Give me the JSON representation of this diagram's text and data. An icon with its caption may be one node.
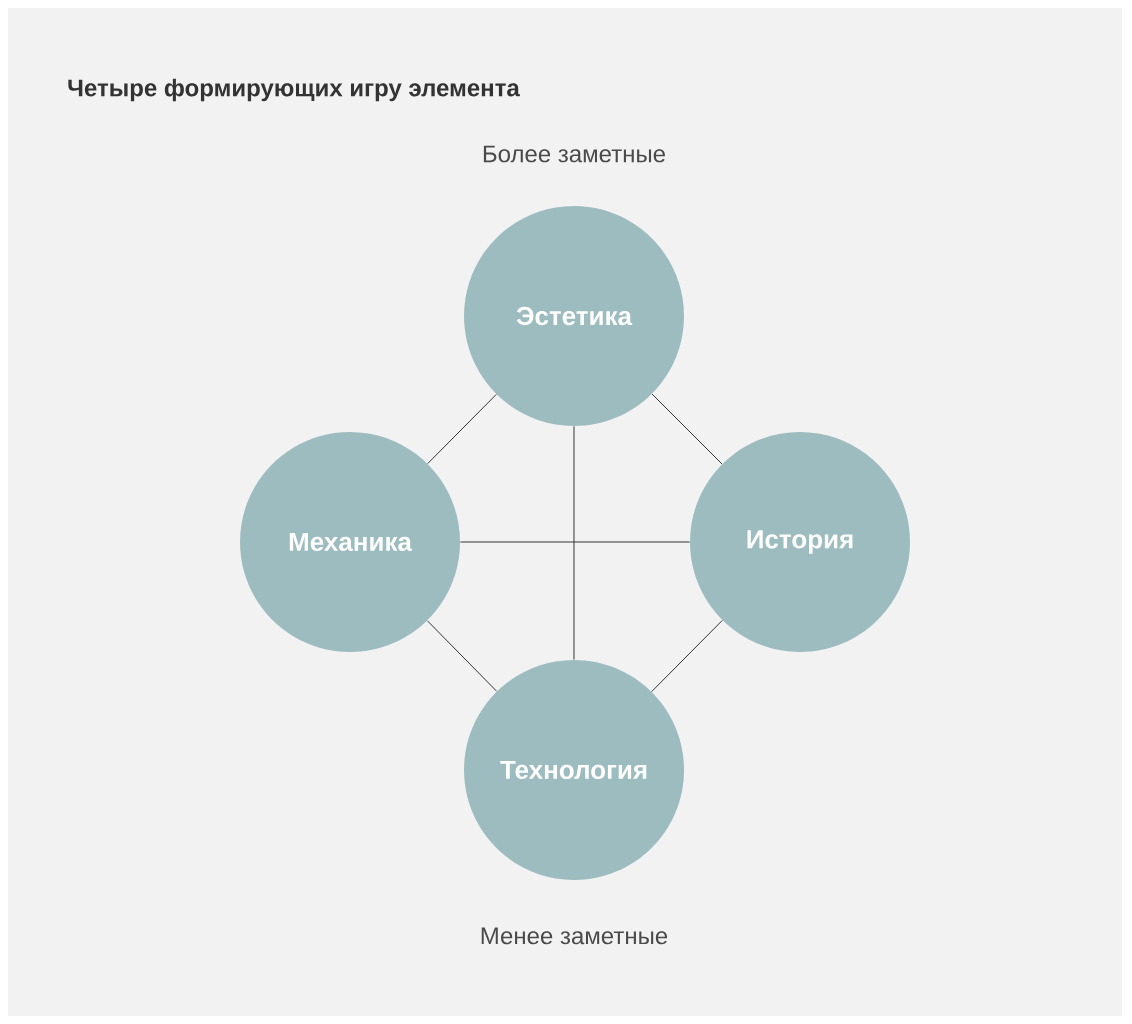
{
  "diagram": {
    "title": "Четыре формирующих игру элемента",
    "nodes": [
      {
        "text": [
          "Эстетика"
        ]
      },
      {
        "text": [
          "Механика"
        ]
      },
      {
        "text": [
          "История"
        ]
      },
      {
        "text": [
          "Технология"
        ]
      }
    ],
    "edges": [
      {
        "from": 0,
        "to": 1,
        "arrow": "none"
      },
      {
        "from": 0,
        "to": 2,
        "arrow": "none"
      },
      {
        "from": 0,
        "to": 3,
        "arrow": "none"
      },
      {
        "from": 1,
        "to": 2,
        "arrow": "none"
      },
      {
        "from": 1,
        "to": 3,
        "arrow": "none"
      },
      {
        "from": 2,
        "to": 3,
        "arrow": "none"
      }
    ],
    "labels": [
      "Более заметные",
      "Менее заметные"
    ]
  }
}
